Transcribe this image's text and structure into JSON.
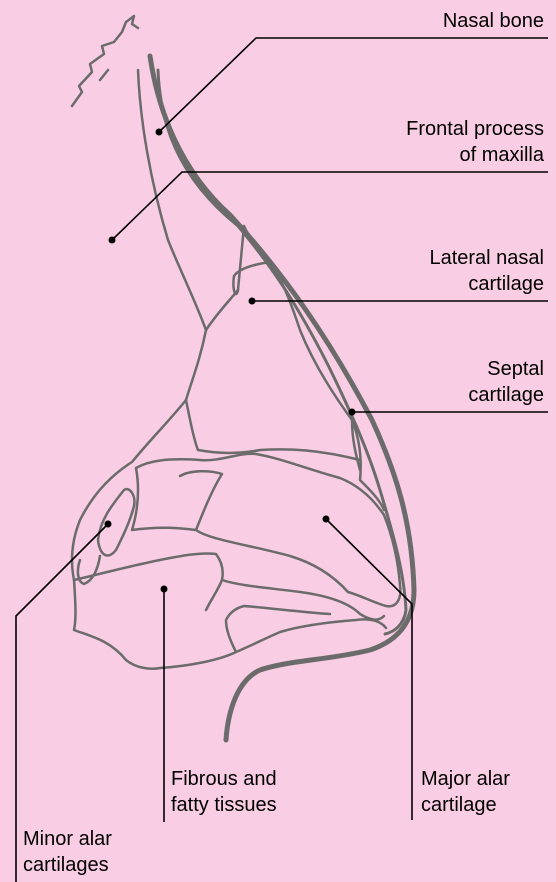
{
  "background_color": "#f9cde3",
  "outline_color": "#6b6b6b",
  "leader_color": "#000000",
  "labels": {
    "nasal_bone": [
      "Nasal bone"
    ],
    "frontal_process": [
      "Frontal process",
      "of maxilla"
    ],
    "lateral_cartilage": [
      "Lateral nasal",
      "cartilage"
    ],
    "septal_cartilage": [
      "Septal",
      "cartilage"
    ],
    "fibrous_tissues": [
      "Fibrous and",
      "fatty tissues"
    ],
    "major_alar": [
      "Major alar",
      "cartilage"
    ],
    "minor_alar": [
      "Minor alar",
      "cartilages"
    ]
  }
}
